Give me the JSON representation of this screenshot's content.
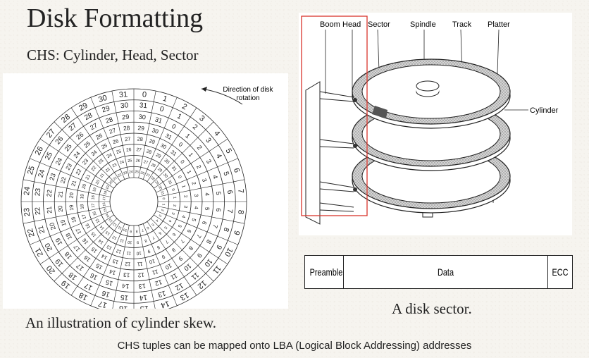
{
  "slide": {
    "title": "Disk Formatting",
    "subtitle": "CHS: Cylinder, Head, Sector",
    "left_caption": "An illustration of cylinder skew.",
    "right_caption": "A disk sector.",
    "footer": "CHS tuples can be mapped onto LBA (Logical Block Addressing) addresses"
  },
  "skew_diagram": {
    "rotation_label_line1": "Direction of disk",
    "rotation_label_line2": "rotation",
    "sectors_per_track": 32,
    "tracks": 8,
    "skew_per_track": 1
  },
  "disk_diagram": {
    "labels": {
      "boom": "Boom",
      "head": "Head",
      "sector": "Sector",
      "spindle": "Spindle",
      "track": "Track",
      "platter": "Platter",
      "cylinder": "Cylinder"
    },
    "highlight_color": "#d9342b"
  },
  "sector_layout": {
    "preamble": "Preamble",
    "data": "Data",
    "ecc": "ECC"
  }
}
